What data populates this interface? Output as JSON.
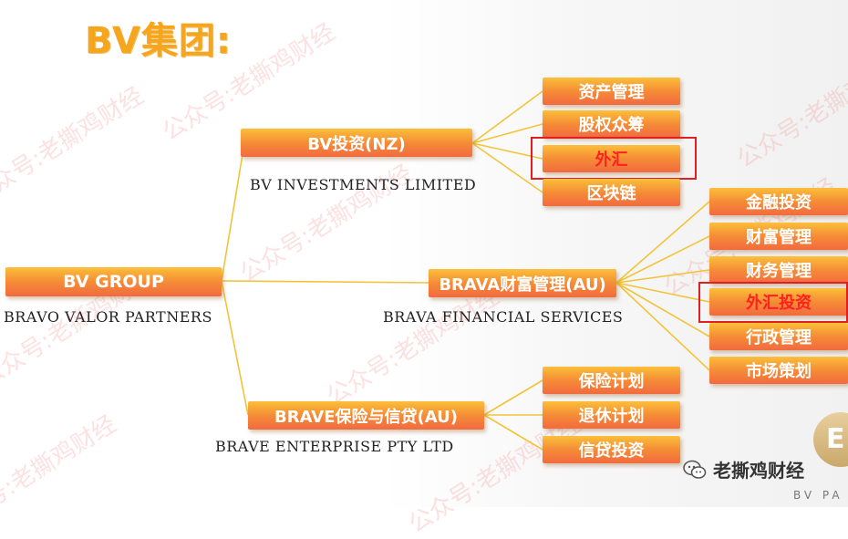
{
  "title": "BV集团:",
  "root": {
    "label": "BV GROUP",
    "subtitle": "BRAVO VALOR PARTNERS"
  },
  "branches": [
    {
      "label": "BV投资(NZ)",
      "subtitle": "BV INVESTMENTS LIMITED",
      "children": [
        "资产管理",
        "股权众筹",
        "外汇",
        "区块链"
      ],
      "highlighted": "外汇"
    },
    {
      "label": "BRAVA财富管理(AU)",
      "subtitle": "BRAVA FINANCIAL SERVICES",
      "children": [
        "金融投资",
        "财富管理",
        "财务管理",
        "外汇投资",
        "行政管理",
        "市场策划"
      ],
      "highlighted": "外汇投资"
    },
    {
      "label": "BRAVE保险与信贷(AU)",
      "subtitle": "BRAVE ENTERPRISE PTY LTD",
      "children": [
        "保险计划",
        "退休计划",
        "信贷投资"
      ],
      "highlighted": ""
    }
  ],
  "watermark": "公众号:老撕鸡财经",
  "credit": "老撕鸡财经",
  "corner_text": "BV PA",
  "colors": {
    "box_top": "#fbbf3a",
    "box_bottom": "#f26a3f",
    "highlight": "#e02020",
    "title": "#f5a51e",
    "line": "#f2c43a"
  }
}
